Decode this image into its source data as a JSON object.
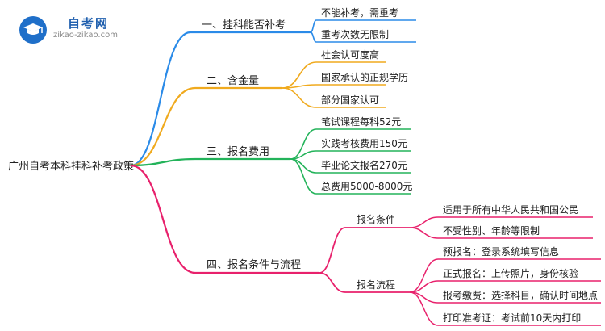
{
  "logo": {
    "name": "自考网",
    "url": "zikao-zikao.com"
  },
  "mindmap": {
    "root": "广州自考本科挂科补考政策",
    "branches": [
      {
        "label": "一、挂科能否补考",
        "color": "#2b8be8",
        "children": [
          {
            "label": "不能补考，需重考"
          },
          {
            "label": "重考次数无限制"
          }
        ]
      },
      {
        "label": "二、含金量",
        "color": "#f0aa1e",
        "children": [
          {
            "label": "社会认可度高"
          },
          {
            "label": "国家承认的正规学历"
          },
          {
            "label": "部分国家认可"
          }
        ]
      },
      {
        "label": "三、报名费用",
        "color": "#23b35a",
        "children": [
          {
            "label": "笔试课程每科52元"
          },
          {
            "label": "实践考核费用150元"
          },
          {
            "label": "毕业论文报名270元"
          },
          {
            "label": "总费用5000-8000元"
          }
        ]
      },
      {
        "label": "四、报名条件与流程",
        "color": "#e8216c",
        "children": [
          {
            "label": "报名条件",
            "children": [
              {
                "label": "适用于所有中华人民共和国公民"
              },
              {
                "label": "不受性别、年龄等限制"
              }
            ]
          },
          {
            "label": "报名流程",
            "children": [
              {
                "label": "预报名：登录系统填写信息"
              },
              {
                "label": "正式报名：上传照片，身份核验"
              },
              {
                "label": "报考缴费：选择科目，确认时间地点"
              },
              {
                "label": "打印准考证：考试前10天内打印"
              }
            ]
          }
        ]
      }
    ]
  }
}
